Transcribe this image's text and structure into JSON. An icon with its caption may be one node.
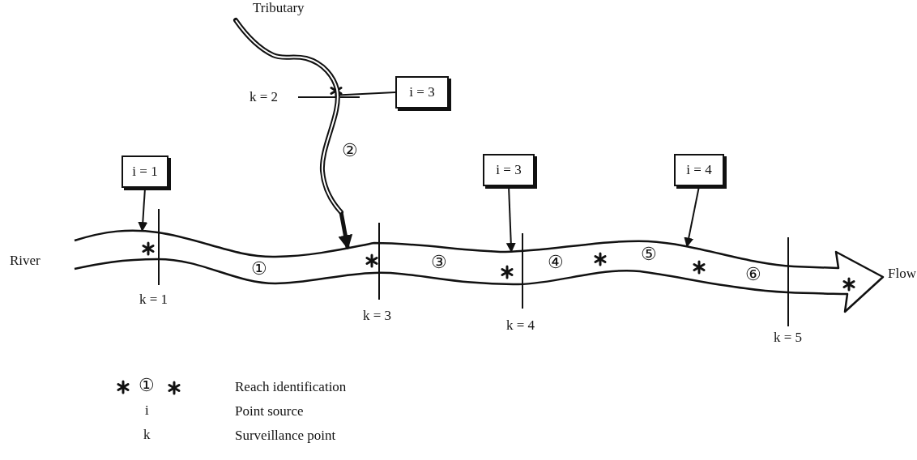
{
  "diagram": {
    "nodes": [
      {
        "text": [
          "i = 1"
        ]
      },
      {
        "text": [
          "i = 3"
        ]
      },
      {
        "text": [
          "i = 3"
        ]
      },
      {
        "text": [
          "i = 4"
        ]
      },
      {
        "text": [],
        "shape": "band",
        "beside": [
          "River",
          "Flow"
        ]
      },
      {
        "text": [],
        "shape": "band",
        "beside": [
          "Tributary"
        ]
      }
    ],
    "edges": [
      {
        "from": 0,
        "to": 4,
        "arrow": "to"
      },
      {
        "from": 1,
        "to": 5,
        "arrow": "none"
      },
      {
        "from": 2,
        "to": 4,
        "arrow": "to"
      },
      {
        "from": 3,
        "to": 4,
        "arrow": "to"
      },
      {
        "from": 5,
        "to": 4,
        "arrow": "to",
        "style": "thick"
      }
    ],
    "labels": [
      "k = 2",
      "②",
      "k = 1",
      "①",
      "k = 3",
      "③",
      "k = 4",
      "④",
      "⑤",
      "⑥",
      "k = 5",
      "①",
      "i",
      "k"
    ],
    "legend": [
      {
        "text": "Reach identification"
      },
      {
        "text": "Point source"
      },
      {
        "text": "Surveillance point"
      }
    ]
  }
}
